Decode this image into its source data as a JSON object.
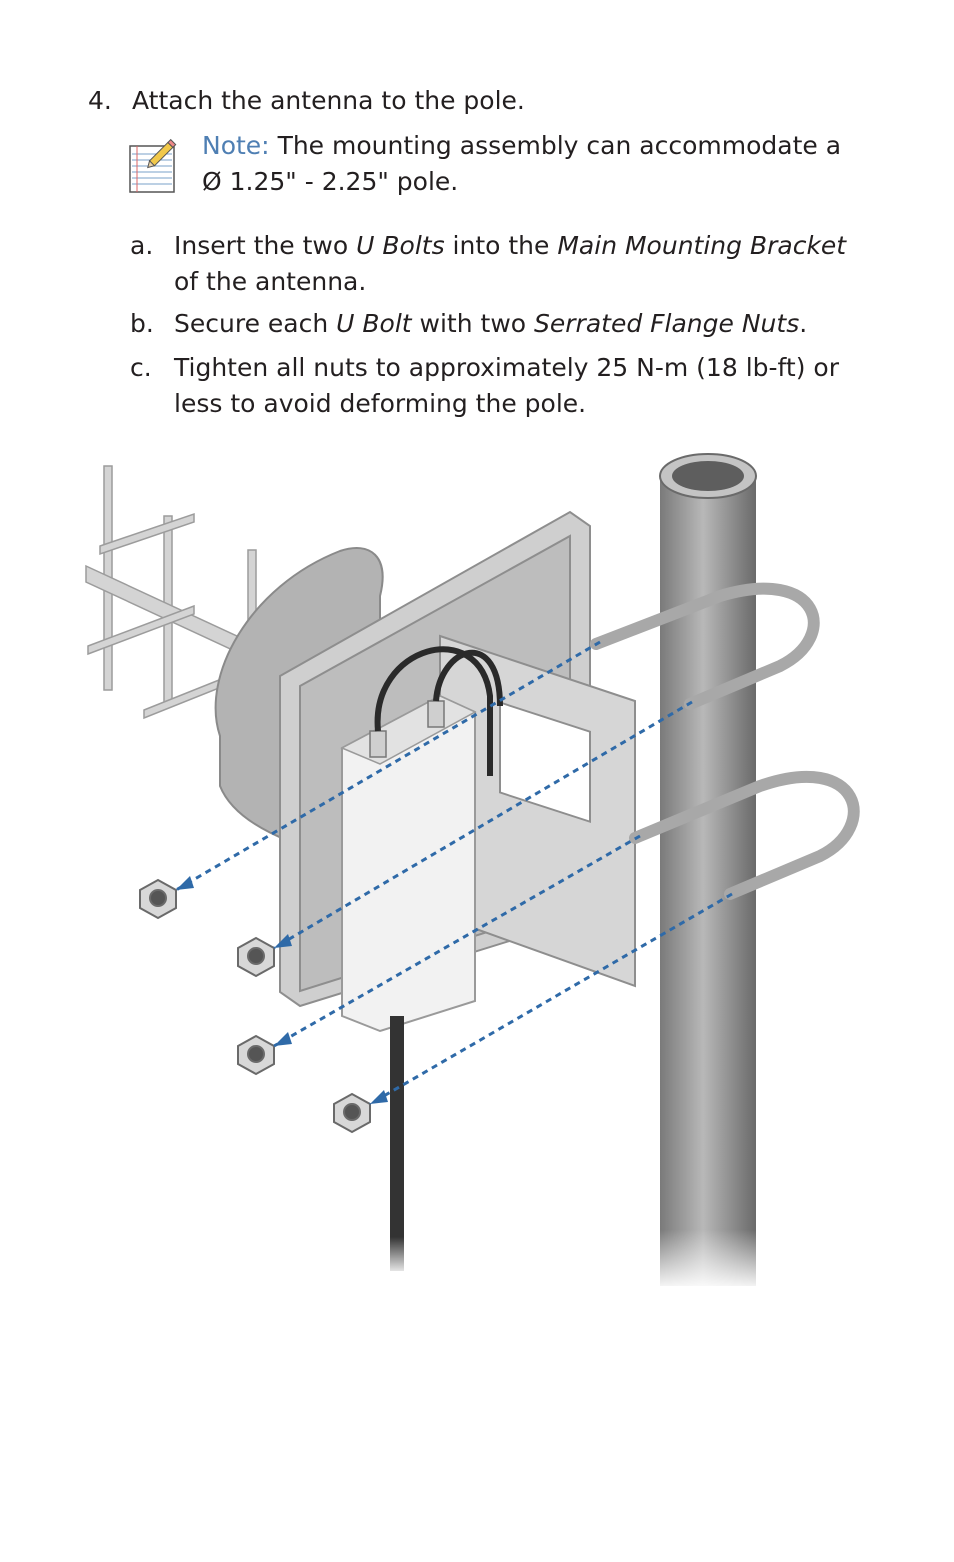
{
  "step": {
    "number": "4.",
    "text": "Attach the antenna to the pole."
  },
  "note": {
    "label": "Note:",
    "text": "The mounting assembly can accommodate a Ø 1.25\" - 2.25\" pole."
  },
  "substeps": [
    {
      "letter": "a.",
      "t1": "Insert the two ",
      "i1": "U Bolts",
      "t2": " into the ",
      "i2": "Main Mounting Bracket",
      "t3": " of the antenna."
    },
    {
      "letter": "b.",
      "t1": "Secure each ",
      "i1": "U Bolt",
      "t2": " with two ",
      "i2": "Serrated Flange Nuts",
      "t3": "."
    },
    {
      "letter": "c.",
      "text": "Tighten all nuts to approximately 25 N-m (18 lb-ft) or less to avoid deforming the pole."
    }
  ],
  "illustration": {
    "icon_note": "notepad-pencil-icon",
    "colors": {
      "dash_arrow": "#2f6aa8",
      "metal": "#c9c9c9",
      "pole_dark": "#6e6e6e",
      "radio_body": "#f2f2f2"
    }
  }
}
